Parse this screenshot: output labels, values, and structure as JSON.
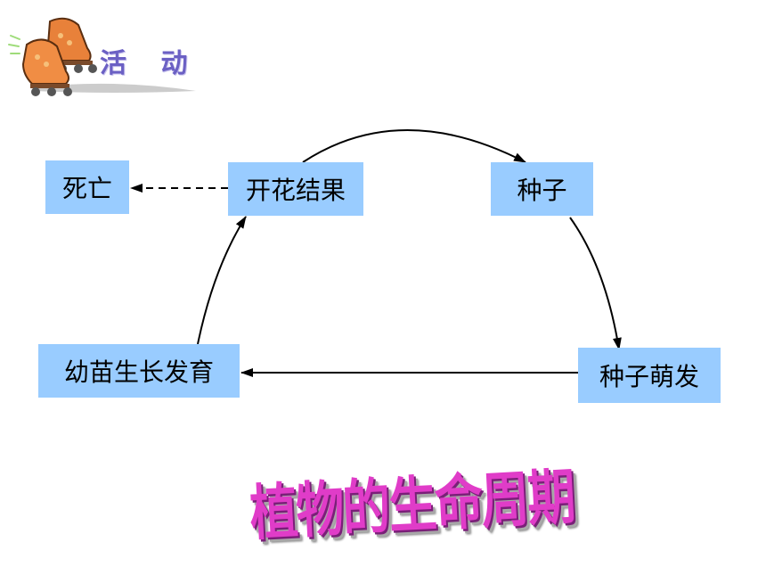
{
  "header": {
    "icon": "roller-skates-icon",
    "label": "活 动"
  },
  "nodes": {
    "death": "死亡",
    "flower_fruit": "开花结果",
    "seed": "种子",
    "germination": "种子萌发",
    "seedling": "幼苗生长发育"
  },
  "title": "植物的生命周期",
  "colors": {
    "node_fill": "#99ccff",
    "title": "#e03cc8",
    "header_label": "#6b60c4"
  }
}
